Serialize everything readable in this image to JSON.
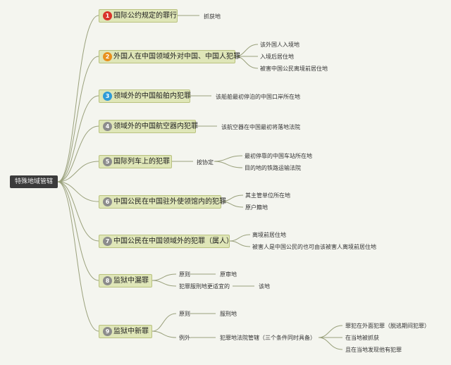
{
  "root": {
    "label": "特殊地域管辖"
  },
  "colors": {
    "line": "#9aa17c",
    "node_fill": "#dfe6b8",
    "root_fill": "#3b3b3b"
  },
  "branches": [
    {
      "num": "1",
      "num_color": "#d9342b",
      "label": "国际公约规定的罪行",
      "details": [
        "抓获地"
      ]
    },
    {
      "num": "2",
      "num_color": "#e8901c",
      "label": "外国人在中国领域外对中国、中国人犯罪",
      "details": [
        "该外国人入境地",
        "入境后居住地",
        "被害中国公民离境前居住地"
      ]
    },
    {
      "num": "3",
      "num_color": "#2e9ad8",
      "label": "领域外的中国船舶内犯罪",
      "details": [
        "该船舶最初停泊的中国口岸所在地"
      ]
    },
    {
      "num": "4",
      "num_color": "#8c8c8c",
      "label": "领域外的中国航空器内犯罪",
      "details": [
        "该航空器在中国最初将落地法院"
      ]
    },
    {
      "num": "5",
      "num_color": "#8c8c8c",
      "label": "国际列车上的犯罪",
      "mid": "按协定",
      "details": [
        "最初停靠的中国车站所在地",
        "目的地的铁路运输法院"
      ]
    },
    {
      "num": "6",
      "num_color": "#8c8c8c",
      "label": "中国公民在中国驻外使领馆内的犯罪",
      "details": [
        "其主管单位所在地",
        "原户籍地"
      ]
    },
    {
      "num": "7",
      "num_color": "#8c8c8c",
      "label": "中国公民在中国领域外的犯罪（属人）",
      "details": [
        "离境前居住地",
        "被害人是中国公民的也可由该被害人离境前居住地"
      ]
    },
    {
      "num": "8",
      "num_color": "#8c8c8c",
      "label": "监狱中漏罪",
      "rules": [
        {
          "label": "原则",
          "value": "原审地"
        },
        {
          "label": "犯罪服刑地更适宜的",
          "value": "该地"
        }
      ]
    },
    {
      "num": "9",
      "num_color": "#8c8c8c",
      "label": "监狱中新罪",
      "rules": [
        {
          "label": "原则",
          "value": "服刑地"
        },
        {
          "label": "例外",
          "value": "犯罪地法院管辖（三个条件同时具备）",
          "conditions": [
            "罪犯在外面犯罪（脱逃期间犯罪）",
            "在当地被抓获",
            "且在当地发现他有犯罪"
          ]
        }
      ]
    }
  ]
}
